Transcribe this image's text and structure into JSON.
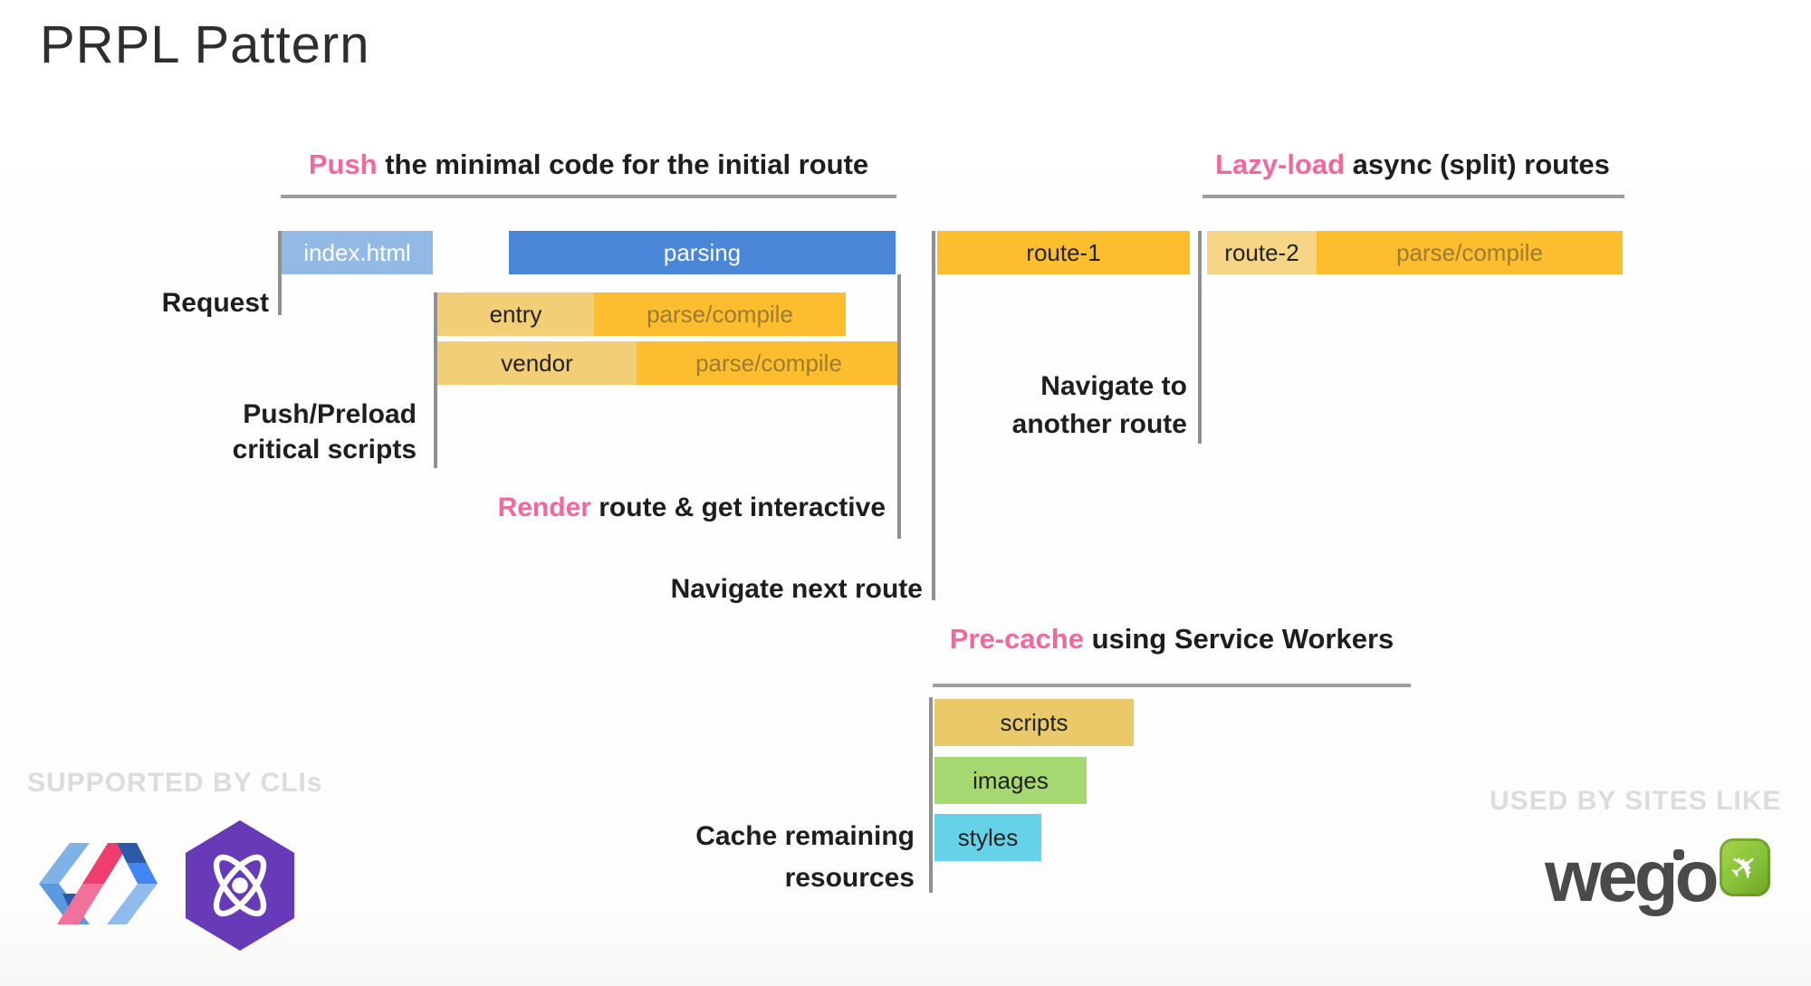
{
  "title": "PRPL Pattern",
  "headings": {
    "push": {
      "highlight": "Push",
      "rest": " the minimal code for the initial route"
    },
    "lazy": {
      "highlight": "Lazy-load",
      "rest": " async (split) routes"
    },
    "precache": {
      "highlight": "Pre-cache",
      "rest": " using Service Workers"
    },
    "render": {
      "highlight": "Render",
      "rest": " route & get interactive"
    }
  },
  "labels": {
    "request": "Request",
    "push_preload": [
      "Push/Preload",
      "critical scripts"
    ],
    "navigate_next": "Navigate next route",
    "navigate_another": [
      "Navigate to",
      "another route"
    ],
    "cache_remaining": [
      "Cache remaining",
      "resources"
    ]
  },
  "bars": {
    "index_html": "index.html",
    "parsing": "parsing",
    "route_1": "route-1",
    "route_2": "route-2",
    "parse_compile": "parse/compile",
    "entry": "entry",
    "vendor": "vendor",
    "scripts": "scripts",
    "images": "images",
    "styles": "styles"
  },
  "footer": {
    "supported_by": "SUPPORTED BY CLIs",
    "used_by": "USED BY SITES LIKE",
    "wego_text": "wego"
  },
  "colors": {
    "pink": "#F4679D",
    "blue": "#4A86D8",
    "light_blue": "#93BAE5",
    "amber": "#FCBE2E",
    "light_amber": "#F2CE76",
    "route2_amber": "#F6D584",
    "amber_text": "#9A7D33",
    "scripts_yellow": "#E9C968",
    "images_green": "#A6D872",
    "styles_cyan": "#66D2E8",
    "line_gray": "#909090",
    "underline_gray": "#9E9E9E",
    "text_dark": "#1E1E1E",
    "footer_gray": "#DCDCDC",
    "wego_gray": "#4A4A4A",
    "wego_green": "#8CC63E",
    "preact_purple": "#673AB8",
    "polymer_blue": "#4285F4",
    "polymer_light_blue": "#7FB3E8",
    "polymer_navy": "#2C5AA8",
    "polymer_pink": "#F0618E",
    "polymer_red_pink": "#EE3D6E"
  }
}
